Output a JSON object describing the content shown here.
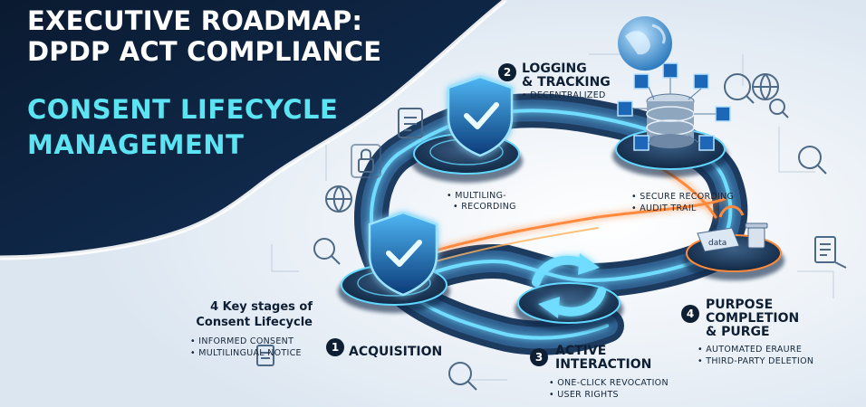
{
  "header": {
    "title_line1": "EXECUTIVE ROADMAP:",
    "title_line2": "DPDP ACT COMPLIANCE",
    "subtitle_line1": "CONSENT LIFECYCLE",
    "subtitle_line2": "MANAGEMENT"
  },
  "key_box": {
    "line1": "4 Key stages of",
    "line2": "Consent Lifecycle",
    "bullets": [
      "INFORMED CONSENT",
      "MULTILINGUAL NOTICE"
    ]
  },
  "stages": [
    {
      "number": "1",
      "title_lines": [
        "ACQUISITION"
      ],
      "bullets": []
    },
    {
      "number": "2",
      "title_lines": [
        "LOGGING",
        "& TRACKING"
      ],
      "bullets": [
        "DECENTRALIZED"
      ]
    },
    {
      "number": "3",
      "title_lines": [
        "ACTIVE",
        "INTERACTION"
      ],
      "bullets": [
        "ONE-CLICK REVOCATION",
        "USER RIGHTS"
      ]
    },
    {
      "number": "4",
      "title_lines": [
        "PURPOSE",
        "COMPLETION",
        "& PURGE"
      ],
      "bullets": [
        "AUTOMATED ERAURE",
        "THIRD-PARTY DELETION"
      ]
    }
  ],
  "platform_notes": {
    "multilingual": [
      "MULTILING-",
      "RECORDING"
    ],
    "secure": [
      "SECURE RECORDING",
      "AUDIT TRAIL"
    ]
  },
  "chip_label": "data",
  "colors": {
    "navy": "#0b1e36",
    "cyan": "#5ce4f2",
    "glow": "#38c8f5",
    "orange": "#ff8a3c"
  },
  "icons": [
    "globe-icon",
    "server-stack-icon",
    "shield-check-icon",
    "refresh-icon",
    "magnifier-icon",
    "padlock-icon",
    "document-icon",
    "trash-icon",
    "network-cube-icon"
  ]
}
